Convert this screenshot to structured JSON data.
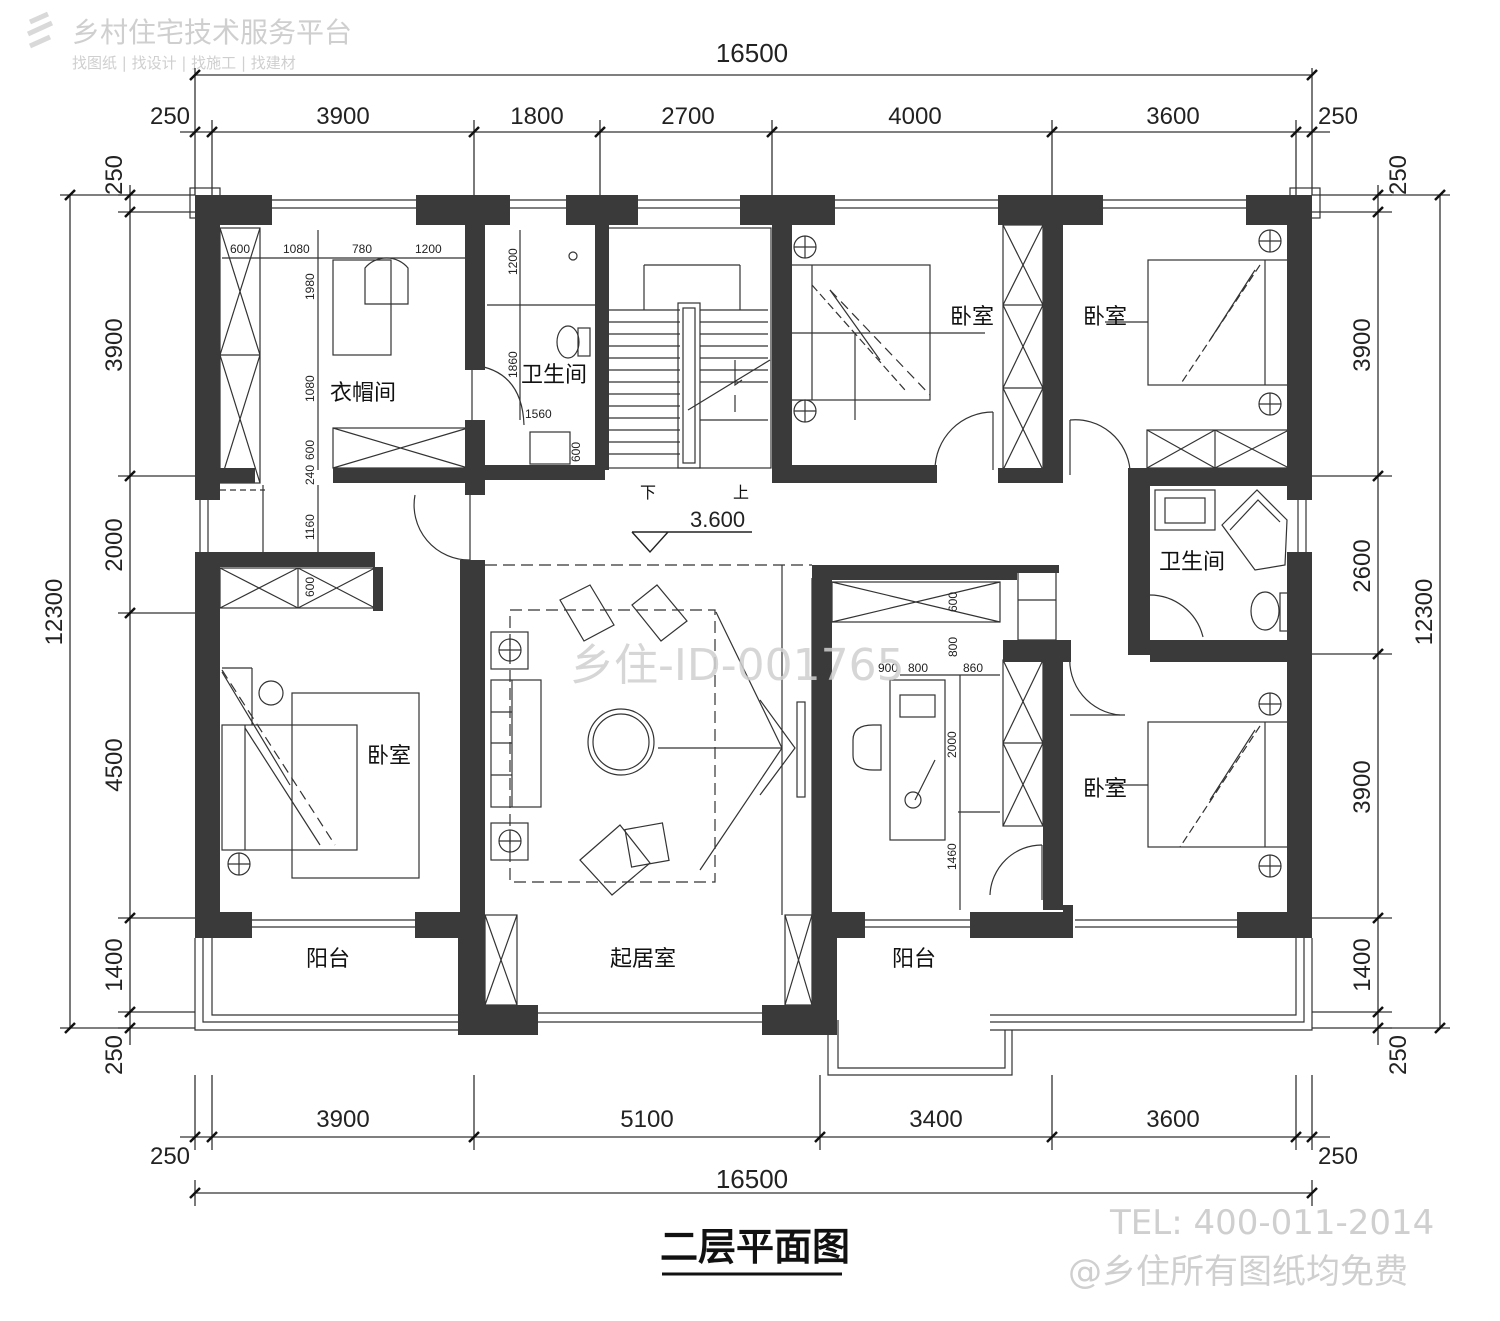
{
  "branding": {
    "platform_name": "乡村住宅技术服务平台",
    "platform_slogan": "找图纸 | 找设计 | 找施工 | 找建材"
  },
  "plan": {
    "title": "二层平面图",
    "elevation": "3.600",
    "stair_down": "下",
    "stair_up": "上",
    "watermark_id": "乡住-ID-001765",
    "contact_tel": "TEL: 400-011-2014",
    "free_note": "@乡住所有图纸均免费"
  },
  "rooms": {
    "cloakroom": "衣帽间",
    "bath_top": "卫生间",
    "bedroom_top_mid": "卧室",
    "bedroom_top_right": "卧室",
    "bath_right": "卫生间",
    "bedroom_left": "卧室",
    "bedroom_right": "卧室",
    "living": "起居室",
    "balcony_left": "阳台",
    "balcony_right": "阳台"
  },
  "dimensions": {
    "top_total": "16500",
    "top_segments": [
      "250",
      "3900",
      "1800",
      "2700",
      "4000",
      "3600",
      "250"
    ],
    "bottom_segments": [
      "250",
      "3900",
      "5100",
      "3400",
      "3600",
      "250"
    ],
    "bottom_total": "16500",
    "left_segments": [
      "250",
      "3900",
      "2000",
      "4500",
      "1400",
      "250"
    ],
    "left_total": "12300",
    "right_segments": [
      "250",
      "3900",
      "2600",
      "3900",
      "1400",
      "250"
    ],
    "right_total": "12300",
    "cloak_inner": [
      "600",
      "1080",
      "780",
      "1200",
      "1980",
      "1080",
      "600",
      "240",
      "1160",
      "600"
    ],
    "bath_inner": [
      "1200",
      "1860",
      "1560",
      "600"
    ],
    "study_inner": [
      "600",
      "800",
      "900",
      "800",
      "860",
      "2000",
      "1460"
    ]
  }
}
